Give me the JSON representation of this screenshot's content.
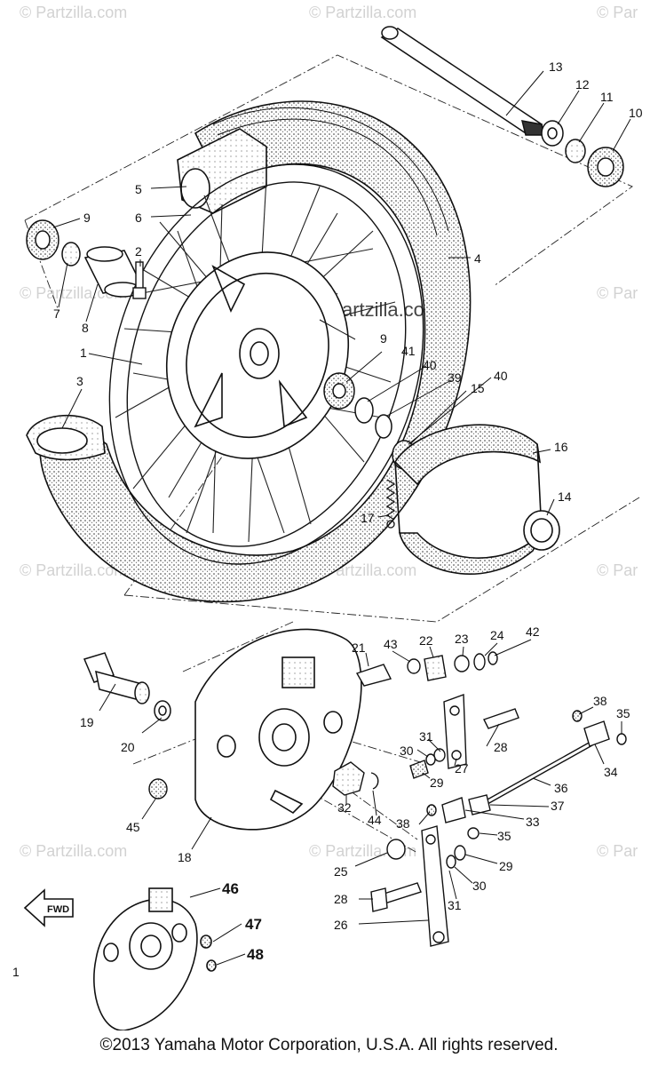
{
  "watermarks": {
    "brand": "© Partzilla.com",
    "brand_short": "© Par",
    "center": "© Partzilla.com"
  },
  "figure_number": "1",
  "fwd_label": "FWD",
  "copyright": "©2013 Yamaha Motor Corporation, U.S.A. All rights reserved.",
  "callouts": [
    "13",
    "12",
    "11",
    "10",
    "5",
    "9",
    "6",
    "4",
    "2",
    "7",
    "8",
    "9",
    "1",
    "41",
    "40",
    "39",
    "15",
    "40",
    "3",
    "16",
    "14",
    "17",
    "21",
    "43",
    "22",
    "23",
    "24",
    "42",
    "19",
    "20",
    "38",
    "35",
    "31",
    "28",
    "30",
    "27",
    "29",
    "34",
    "36",
    "45",
    "32",
    "44",
    "38",
    "37",
    "33",
    "35",
    "18",
    "25",
    "29",
    "30",
    "26",
    "28",
    "31",
    "46",
    "47",
    "48"
  ],
  "colors": {
    "ink": "#111111",
    "watermark": "#d2d2d2",
    "paper": "#ffffff"
  }
}
